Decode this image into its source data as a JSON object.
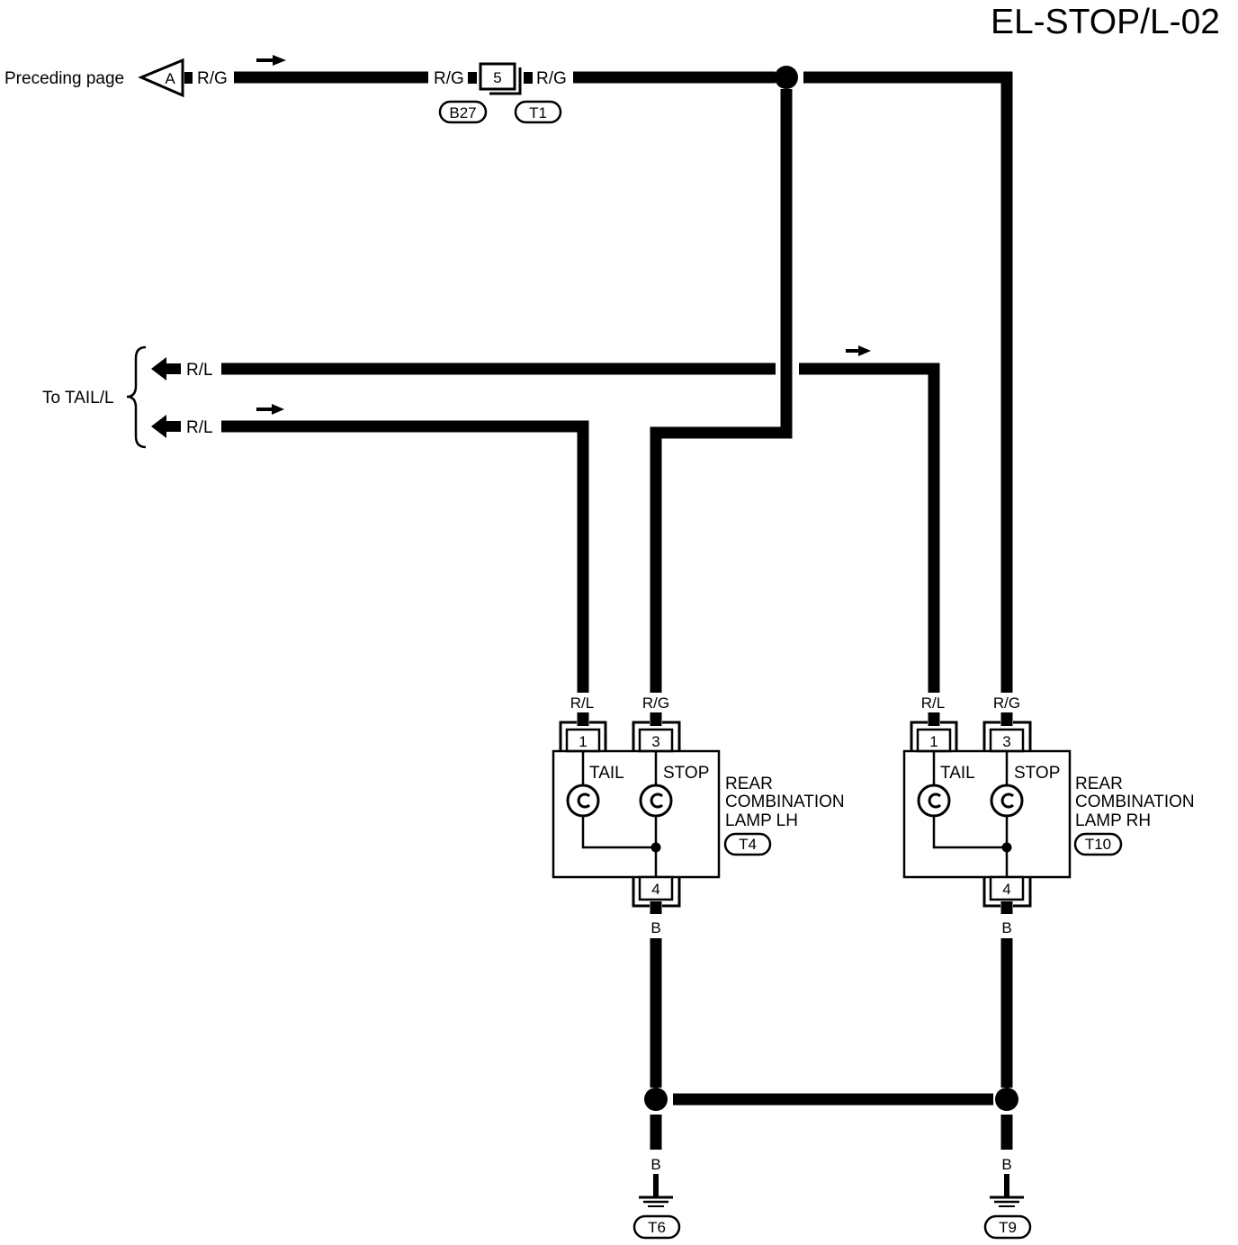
{
  "title": "EL-STOP/L-02",
  "preceding_page": {
    "label": "Preceding page",
    "connector_letter": "A",
    "wire_color": "R/G"
  },
  "inline_connector": {
    "left_wire_color": "R/G",
    "terminal": "5",
    "right_wire_color": "R/G",
    "left_connector_id": "B27",
    "right_connector_id": "T1"
  },
  "to_tail_lamp": {
    "label": "To TAIL/L",
    "upper_wire_color": "R/L",
    "lower_wire_color": "R/L"
  },
  "rear_combination_lamp_lh": {
    "tail_wire_color": "R/L",
    "stop_wire_color": "R/G",
    "tail_terminal": "1",
    "stop_terminal": "3",
    "ground_terminal": "4",
    "tail_bulb_label": "TAIL",
    "stop_bulb_label": "STOP",
    "name_lines": [
      "REAR",
      "COMBINATION",
      "LAMP LH"
    ],
    "connector_id": "T4",
    "ground_wire_color": "B"
  },
  "rear_combination_lamp_rh": {
    "tail_wire_color": "R/L",
    "stop_wire_color": "R/G",
    "tail_terminal": "1",
    "stop_terminal": "3",
    "ground_terminal": "4",
    "tail_bulb_label": "TAIL",
    "stop_bulb_label": "STOP",
    "name_lines": [
      "REAR",
      "COMBINATION",
      "LAMP RH"
    ],
    "connector_id": "T10",
    "ground_wire_color": "B"
  },
  "ground_lh": {
    "wire_color": "B",
    "ground_id": "T6"
  },
  "ground_rh": {
    "wire_color": "B",
    "ground_id": "T9"
  },
  "colors": {
    "ink": "#000000",
    "paper": "#ffffff"
  }
}
